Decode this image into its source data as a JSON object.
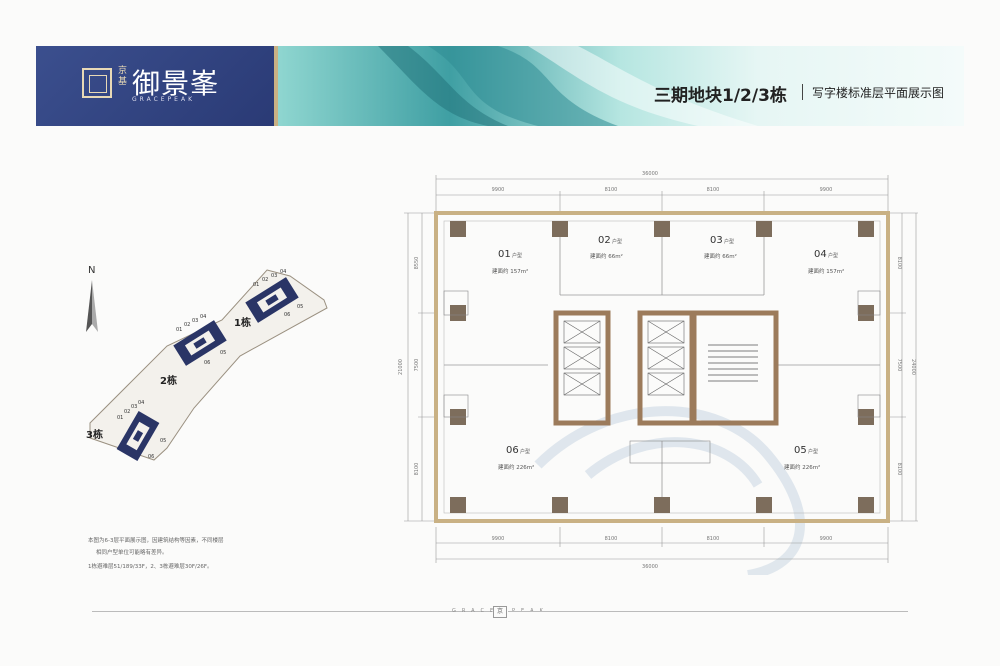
{
  "header": {
    "brand_small": "京基",
    "brand_name": "御景峯",
    "brand_en": "GRACEPEAK",
    "title": "三期地块1/2/3栋",
    "subtitle": "写字楼标准层平面展示图"
  },
  "site_plan": {
    "north_label": "N",
    "buildings": [
      {
        "label": "1栋",
        "unit_nums": [
          "01",
          "02",
          "03",
          "04",
          "05",
          "06"
        ]
      },
      {
        "label": "2栋",
        "unit_nums": [
          "01",
          "02",
          "03",
          "04",
          "05",
          "06"
        ]
      },
      {
        "label": "3栋",
        "unit_nums": [
          "01",
          "02",
          "03",
          "04",
          "05",
          "06"
        ]
      }
    ]
  },
  "floor_plan": {
    "dims_top": [
      "36000",
      "9900",
      "8100",
      "8100",
      "9900"
    ],
    "dims_bottom": [
      "9900",
      "8100",
      "8100",
      "9900",
      "36000"
    ],
    "dims_left": [
      "21000",
      "8550",
      "7500",
      "8100"
    ],
    "dims_right": [
      "24000",
      "8100",
      "7500",
      "8100"
    ],
    "units": [
      {
        "num": "01",
        "type": "户型",
        "area": "建面约 157m²"
      },
      {
        "num": "02",
        "type": "户型",
        "area": "建面约 66m²"
      },
      {
        "num": "03",
        "type": "户型",
        "area": "建面约 66m²"
      },
      {
        "num": "04",
        "type": "户型",
        "area": "建面约 157m²"
      },
      {
        "num": "05",
        "type": "户型",
        "area": "建面约 226m²"
      },
      {
        "num": "06",
        "type": "户型",
        "area": "建面约 226m²"
      }
    ]
  },
  "notes": {
    "line1": "本图为6-3层平面展示图，因建筑结构等因素，不同楼层",
    "line2": "相同户型单位可能略有差异。",
    "line3": "1栋避难层51/189/33F，2、3栋避难层30F/26F。"
  },
  "footer": {
    "logo": "京",
    "left_text": "GRACE",
    "right_text": "PEAK"
  },
  "colors": {
    "brand_blue": "#2f4180",
    "gold": "#c9b184",
    "teal": "#3f9fa3",
    "building_navy": "#2a3566",
    "core_brown": "#9c7b5b"
  }
}
